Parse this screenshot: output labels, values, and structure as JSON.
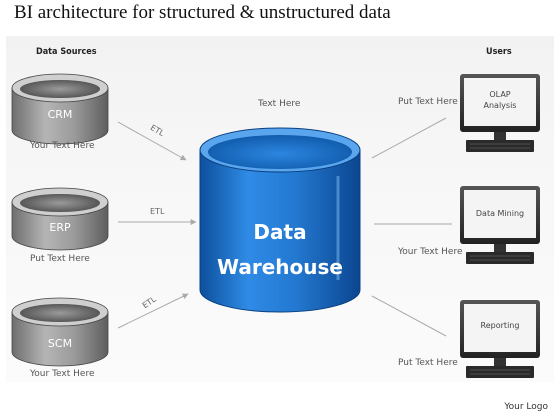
{
  "title": "BI architecture for structured & unstructured data",
  "sections": {
    "sources": "Data Sources",
    "users": "Users"
  },
  "sources": [
    {
      "label": "CRM",
      "caption": "Your Text Here",
      "edge": "ETL"
    },
    {
      "label": "ERP",
      "caption": "Put Text Here",
      "edge": "ETL"
    },
    {
      "label": "SCM",
      "caption": "Your Text Here",
      "edge": "ETL"
    }
  ],
  "warehouse": {
    "line1": "Data",
    "line2": "Warehouse",
    "caption": "Text Here"
  },
  "users": [
    {
      "screen_line1": "OLAP",
      "screen_line2": "Analysis",
      "caption": "Put Text Here"
    },
    {
      "screen_line1": "Data Mining",
      "screen_line2": "",
      "caption": "Your Text Here"
    },
    {
      "screen_line1": "Reporting",
      "screen_line2": "",
      "caption": "Put Text Here"
    }
  ],
  "logo": "Your Logo",
  "colors": {
    "warehouse": "#1f78d1",
    "disk": "#8a8a8a",
    "line": "#aaaaaa"
  }
}
